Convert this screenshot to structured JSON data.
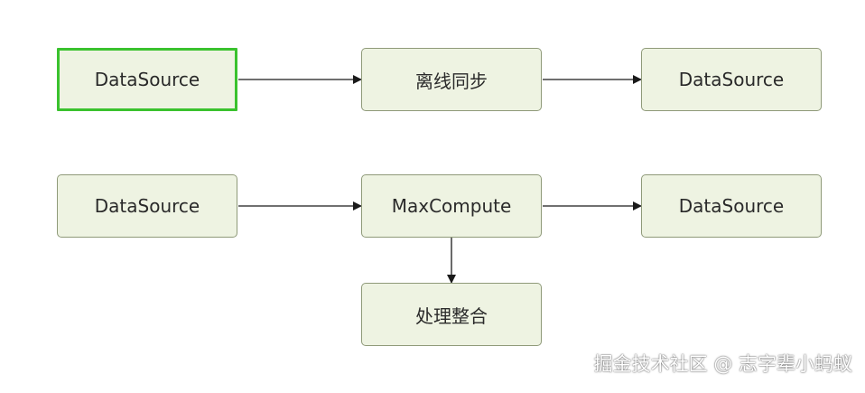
{
  "diagram": {
    "nodes": {
      "source_top": "DataSource",
      "offline_sync": "离线同步",
      "target_top": "DataSource",
      "source_bottom": "DataSource",
      "maxcompute": "MaxCompute",
      "target_bottom": "DataSource",
      "processing": "处理整合"
    }
  },
  "colors": {
    "node_fill": "#eef3e2",
    "node_border": "#8f9a79",
    "selection_border": "#3ac22e",
    "arrow": "#1a1a1a"
  },
  "watermark": "掘金技术社区 @ 志字辈小蚂蚁"
}
